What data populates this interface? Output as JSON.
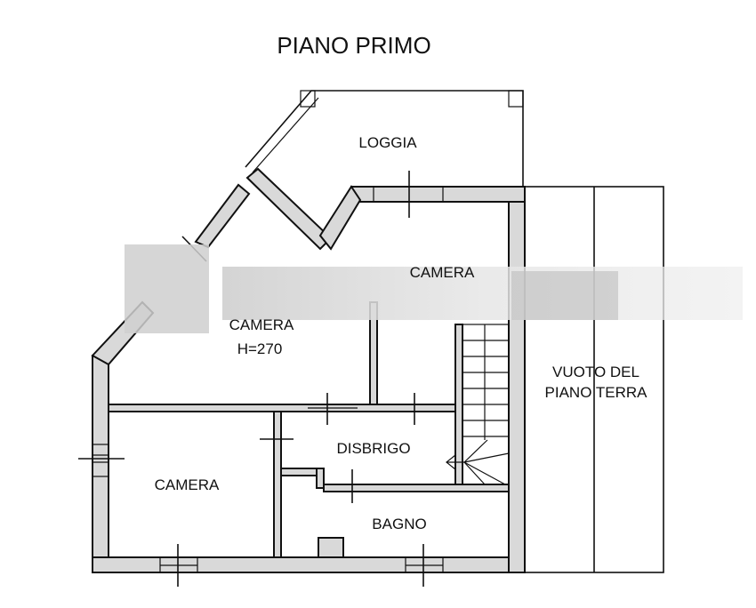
{
  "title": "PIANO PRIMO",
  "rooms": {
    "loggia": "LOGGIA",
    "camera_top": "CAMERA",
    "camera_large": "CAMERA",
    "camera_large_height": "H=270",
    "disbrigo": "DISBRIGO",
    "camera_bottom": "CAMERA",
    "bagno": "BAGNO",
    "vuoto_line1": "VUOTO DEL",
    "vuoto_line2": "PIANO TERRA"
  },
  "colors": {
    "wall_fill": "#d9d9d9",
    "line": "#111111",
    "background": "#ffffff"
  }
}
